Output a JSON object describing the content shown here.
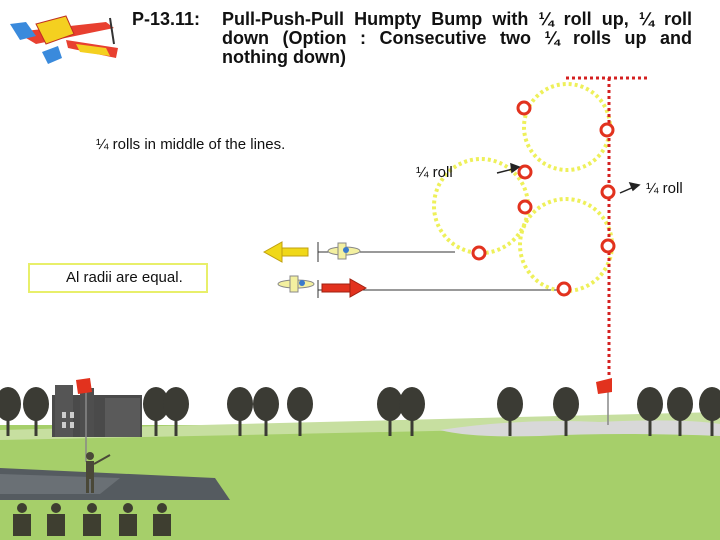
{
  "title": {
    "code": "P-13.11:",
    "text": "Pull-Push-Pull Humpty Bump with ¼ roll up, ¼ roll down (Option : Consecutive two ¼ rolls up and nothing down)"
  },
  "notes": {
    "rolls_middle": "¼ rolls in middle of the lines.",
    "roll_left": "¼ roll",
    "roll_right": "¼ roll",
    "radii": "Al radii are equal."
  },
  "colors": {
    "loop": "#eef05a",
    "marker": "#e2321e",
    "dotted_line": "#d42020",
    "arrow_left": "#f0d818",
    "arrow_right": "#e2321e",
    "grass": "#a6cf6a",
    "sky": "#ffffff"
  },
  "icons": {
    "logo": "aerobatic-plane-icon",
    "plane": "small-plane-icon",
    "flag": "red-flag-icon",
    "castle": "castle-icon",
    "tree": "tree-icon",
    "pilot": "pilot-figure-icon"
  }
}
